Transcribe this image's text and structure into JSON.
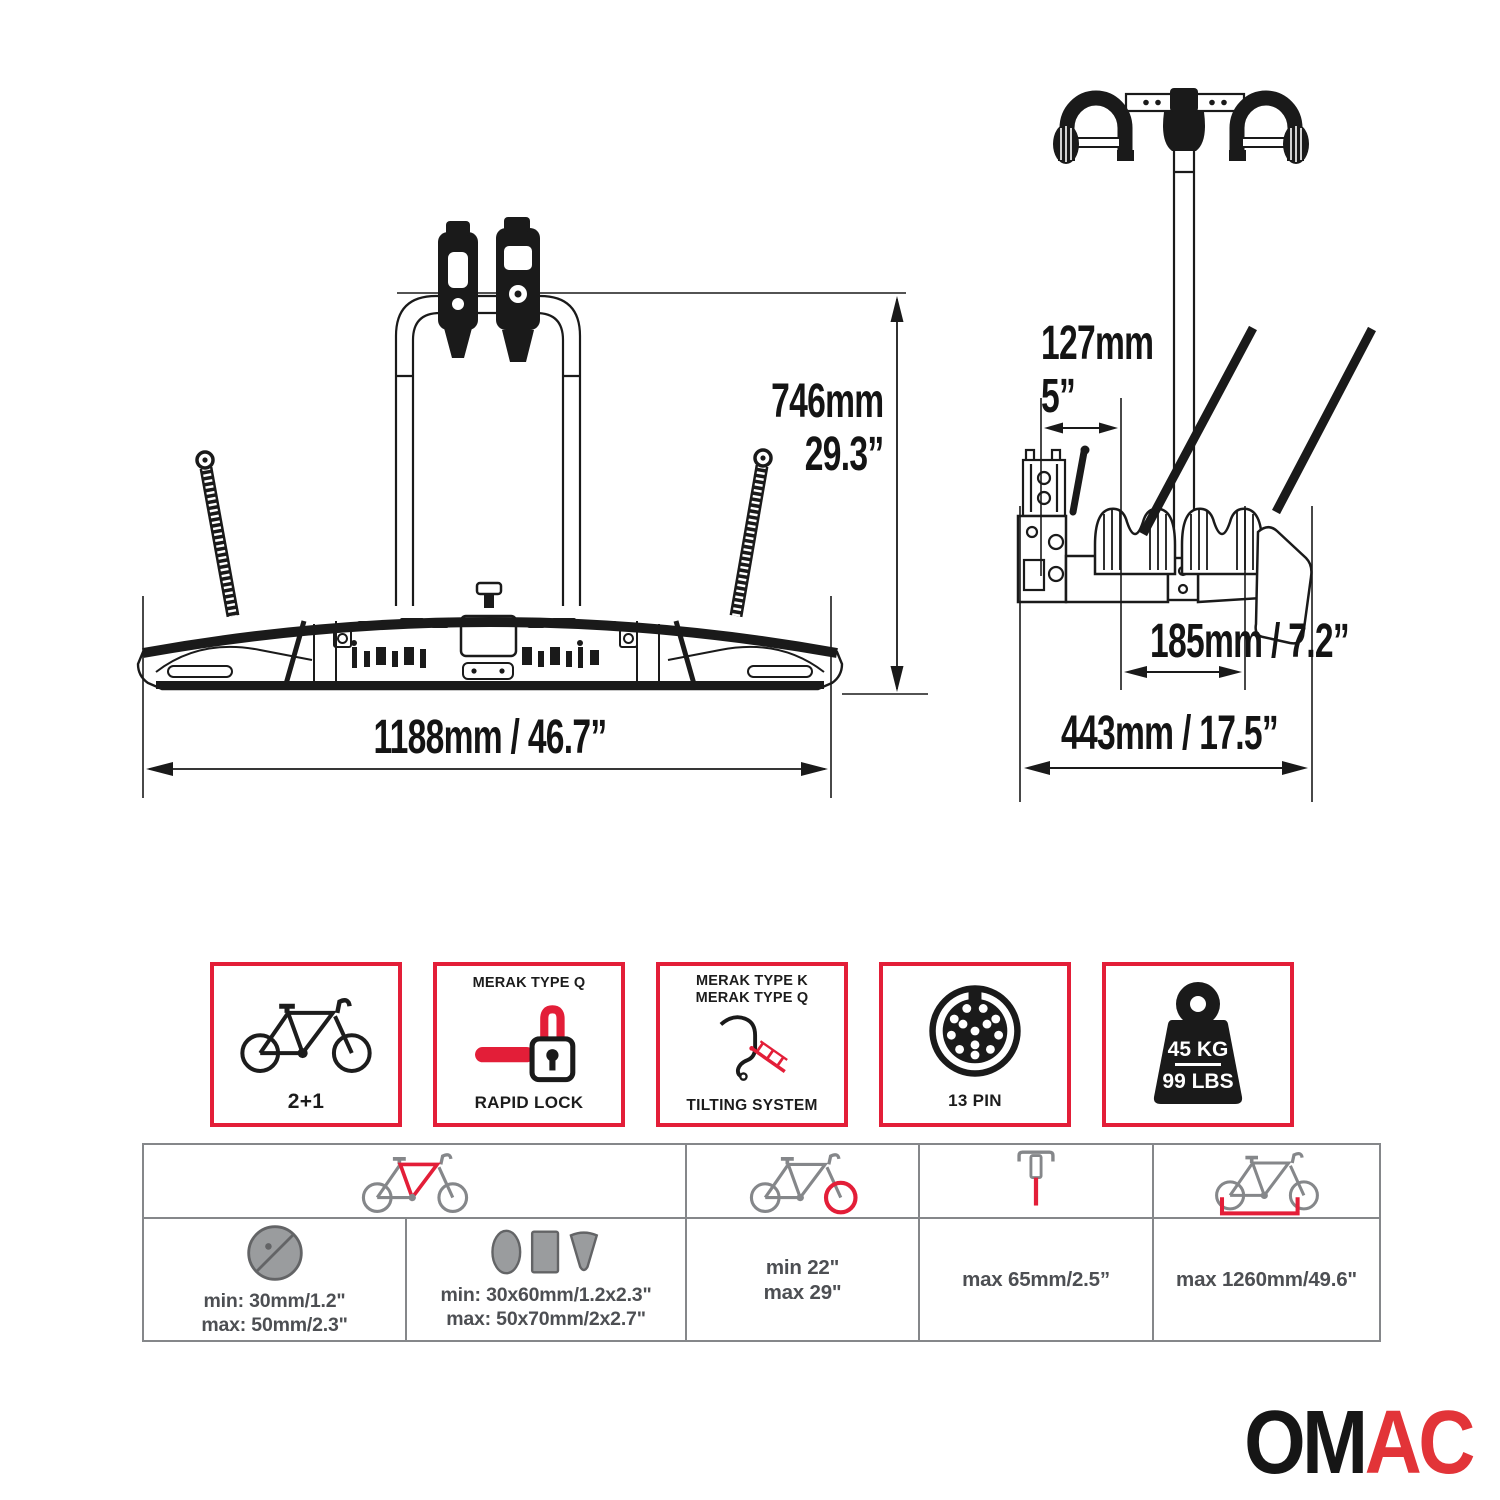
{
  "colors": {
    "accent_red": "#e31e38",
    "drawing_ink": "#1a1a1a",
    "table_gray": "#85878a",
    "table_text": "#4d4f53",
    "logo_black": "#161616",
    "logo_red": "#e23438"
  },
  "front_view": {
    "height_mm": "746mm",
    "height_in": "29.3”",
    "width": "1188mm / 46.7”"
  },
  "side_view": {
    "offset_mm": "127mm",
    "offset_in": "5”",
    "spacing": "185mm / 7.2”",
    "depth": "443mm / 17.5”"
  },
  "badges": [
    {
      "icon": "bike-icon",
      "label": "2+1"
    },
    {
      "icon": "rapid-lock-icon",
      "line1": "MERAK TYPE Q",
      "label": "RAPID LOCK"
    },
    {
      "icon": "tilting-system-icon",
      "line1": "MERAK TYPE K",
      "line2": "MERAK TYPE Q",
      "label": "TILTING SYSTEM"
    },
    {
      "icon": "13-pin-connector-icon",
      "label": "13 PIN"
    },
    {
      "icon": "weight-icon",
      "weight_top": "45 KG",
      "weight_bottom": "99 LBS"
    }
  ],
  "spec_table": {
    "header_icons": [
      "bike-frame-icon",
      "bike-rear-wheel-icon",
      "seatpost-icon",
      "bike-wheelbase-icon"
    ],
    "cells": [
      {
        "icon": "tube-diameter-icon",
        "line1": "min: 30mm/1.2\"",
        "line2": "max: 50mm/2.3\""
      },
      {
        "icon": "tube-shapes-icon",
        "line1": "min: 30x60mm/1.2x2.3\"",
        "line2": "max: 50x70mm/2x2.7\""
      },
      {
        "line1": "min 22\"",
        "line2": "max 29\""
      },
      {
        "line1": "max 65mm/2.5”"
      },
      {
        "line1": "max 1260mm/49.6\""
      }
    ]
  },
  "logo": {
    "black": "OM",
    "red": "AC"
  }
}
